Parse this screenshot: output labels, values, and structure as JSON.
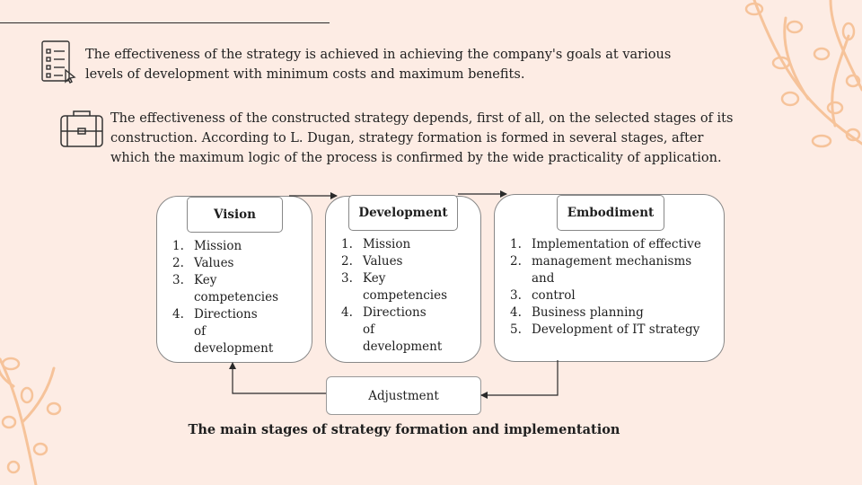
{
  "colors": {
    "background": "#fdece4",
    "ornament": "#f6c39a",
    "line": "#2a2a2a"
  },
  "paragraphs": [
    "The effectiveness of the strategy is achieved in achieving the company's goals at various levels of development with minimum costs and maximum benefits.",
    "The effectiveness of the constructed strategy depends, first of all, on the selected stages of its construction. According to L. Dugan, strategy formation is formed in several stages, after which the maximum logic of the process is confirmed by the wide practicality of application."
  ],
  "icons": [
    "checklist-icon",
    "briefcase-icon",
    "floral-ornament-icon"
  ],
  "stages": [
    {
      "title": "Vision",
      "items": [
        "Mission",
        "Values",
        "Key competencies",
        "Directions of development"
      ]
    },
    {
      "title": "Development",
      "items": [
        "Mission",
        "Values",
        "Key competencies",
        "Directions of development"
      ]
    },
    {
      "title": "Embodiment",
      "items": [
        "Implementation of effective",
        "management mechanisms and",
        "control",
        "Business planning",
        "Development of IT strategy"
      ]
    }
  ],
  "adjustment": "Adjustment",
  "caption": "The main stages of strategy formation and implementation"
}
